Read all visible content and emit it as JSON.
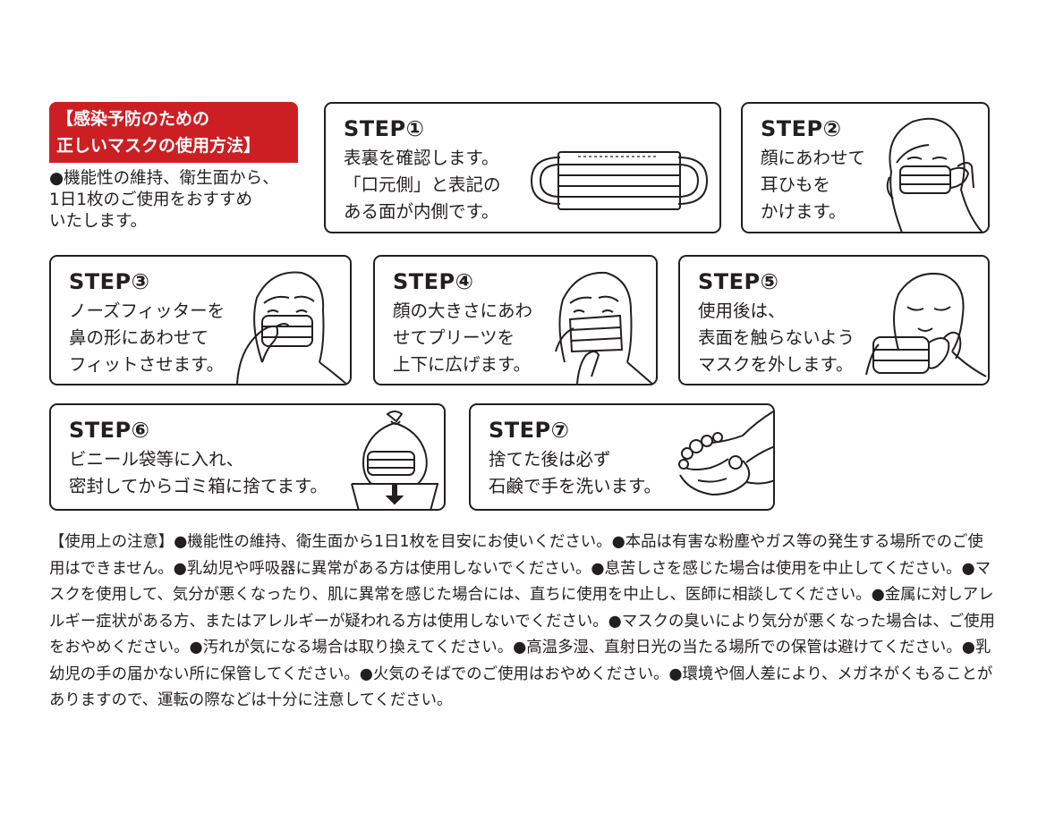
{
  "header": {
    "title": "【感染予防のための\n正しいマスクの使用方法】",
    "intro": "●機能性の維持、衛生面から、\n1日1枚のご使用をおすすめ\nいたします。"
  },
  "steps": [
    {
      "label": "STEP①",
      "text": "表裏を確認します。\n「口元側」と表記の\nある面が内側です。",
      "icon": "mask-icon"
    },
    {
      "label": "STEP②",
      "text": "顔にあわせて\n耳ひもを\nかけます。",
      "icon": "face-ear-loop-icon"
    },
    {
      "label": "STEP③",
      "text": "ノーズフィッターを\n鼻の形にあわせて\nフィットさせます。",
      "icon": "face-nose-fit-icon"
    },
    {
      "label": "STEP④",
      "text": "顔の大きさにあわ\nせてプリーツを\n上下に広げます。",
      "icon": "face-pleat-icon"
    },
    {
      "label": "STEP⑤",
      "text": "使用後は、\n表面を触らないよう\nマスクを外します。",
      "icon": "face-remove-icon"
    },
    {
      "label": "STEP⑥",
      "text": "ビニール袋等に入れ、\n密封してからゴミ箱に捨てます。",
      "icon": "trash-bag-icon"
    },
    {
      "label": "STEP⑦",
      "text": "捨てた後は必ず\n石鹸で手を洗います。",
      "icon": "hand-wash-icon"
    }
  ],
  "notes": "【使用上の注意】●機能性の維持、衛生面から1日1枚を目安にお使いください。●本品は有害な粉塵やガス等の発生する場所でのご使用はできません。●乳幼児や呼吸器に異常がある方は使用しないでください。●息苦しさを感じた場合は使用を中止してください。●マスクを使用して、気分が悪くなったり、肌に異常を感じた場合には、直ちに使用を中止し、医師に相談してください。●金属に対しアレルギー症状がある方、またはアレルギーが疑われる方は使用しないでください。●マスクの臭いにより気分が悪くなった場合は、ご使用をおやめください。●汚れが気になる場合は取り換えてください。●高温多湿、直射日光の当たる場所での保管は避けてください。●乳幼児の手の届かない所に保管してください。●火気のそばでのご使用はおやめください。●環境や個人差により、メガネがくもることがありますので、運転の際などは十分に注意してください。",
  "colors": {
    "accent": "#cc1f24",
    "ink": "#231f20"
  }
}
